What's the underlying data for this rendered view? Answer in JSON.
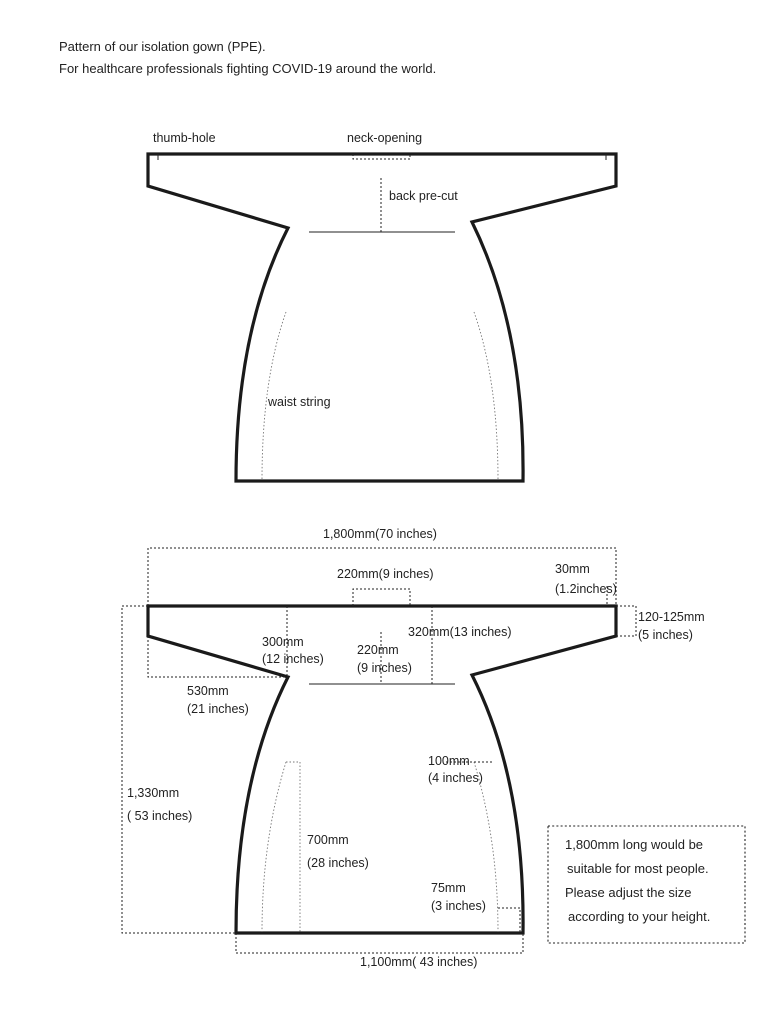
{
  "intro": {
    "line1": "Pattern of our isolation gown (PPE).",
    "line2": "For healthcare professionals fighting COVID-19 around the world."
  },
  "top_diagram": {
    "thumb_hole": "thumb-hole",
    "neck_opening": "neck-opening",
    "back_pre_cut": "back pre-cut",
    "waist_string": "waist string"
  },
  "bottom_diagram": {
    "width_total": "1,800mm(70 inches)",
    "neck_width": "220mm(9 inches)",
    "shoulder_a": "30mm",
    "shoulder_b": "(1.2inches)",
    "sleeve_a": "120-125mm",
    "sleeve_b": "(5 inches)",
    "armhole_a": "300mm",
    "armhole_b": "(12 inches)",
    "back_a": "220mm",
    "back_b": "(9 inches)",
    "slit_width": "320mm(13 inches)",
    "sleeve_len_a": "530mm",
    "sleeve_len_b": "(21 inches)",
    "length_a": "1,330mm",
    "length_b": "( 53 inches)",
    "string_len_a": "700mm",
    "string_len_b": "(28 inches)",
    "string_off_a": "100mm",
    "string_off_b": "(4 inches)",
    "hem_off_a": "75mm",
    "hem_off_b": "(3 inches)",
    "hem_width": "1,100mm( 43 inches)"
  },
  "note": {
    "line1": "1,800mm long would be",
    "line2": "suitable for most people.",
    "line3": "Please adjust the size",
    "line4": "according to your height."
  }
}
